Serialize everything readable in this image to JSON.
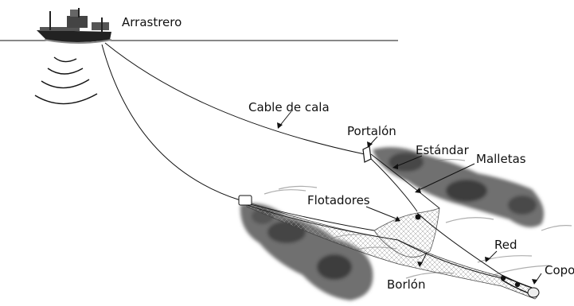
{
  "labels": {
    "vessel": "Arrastrero",
    "warp": "Cable de cala",
    "door": "Portalón",
    "standard": "Estándar",
    "bridles": "Malletas",
    "floats": "Flotadores",
    "net": "Red",
    "footrope": "Borlón",
    "codend": "Copo"
  },
  "colors": {
    "ink": "#111111",
    "sediment": "#6f6f6f",
    "seabed": "#9a9a9a",
    "net_fill": "#e6e6e6"
  }
}
